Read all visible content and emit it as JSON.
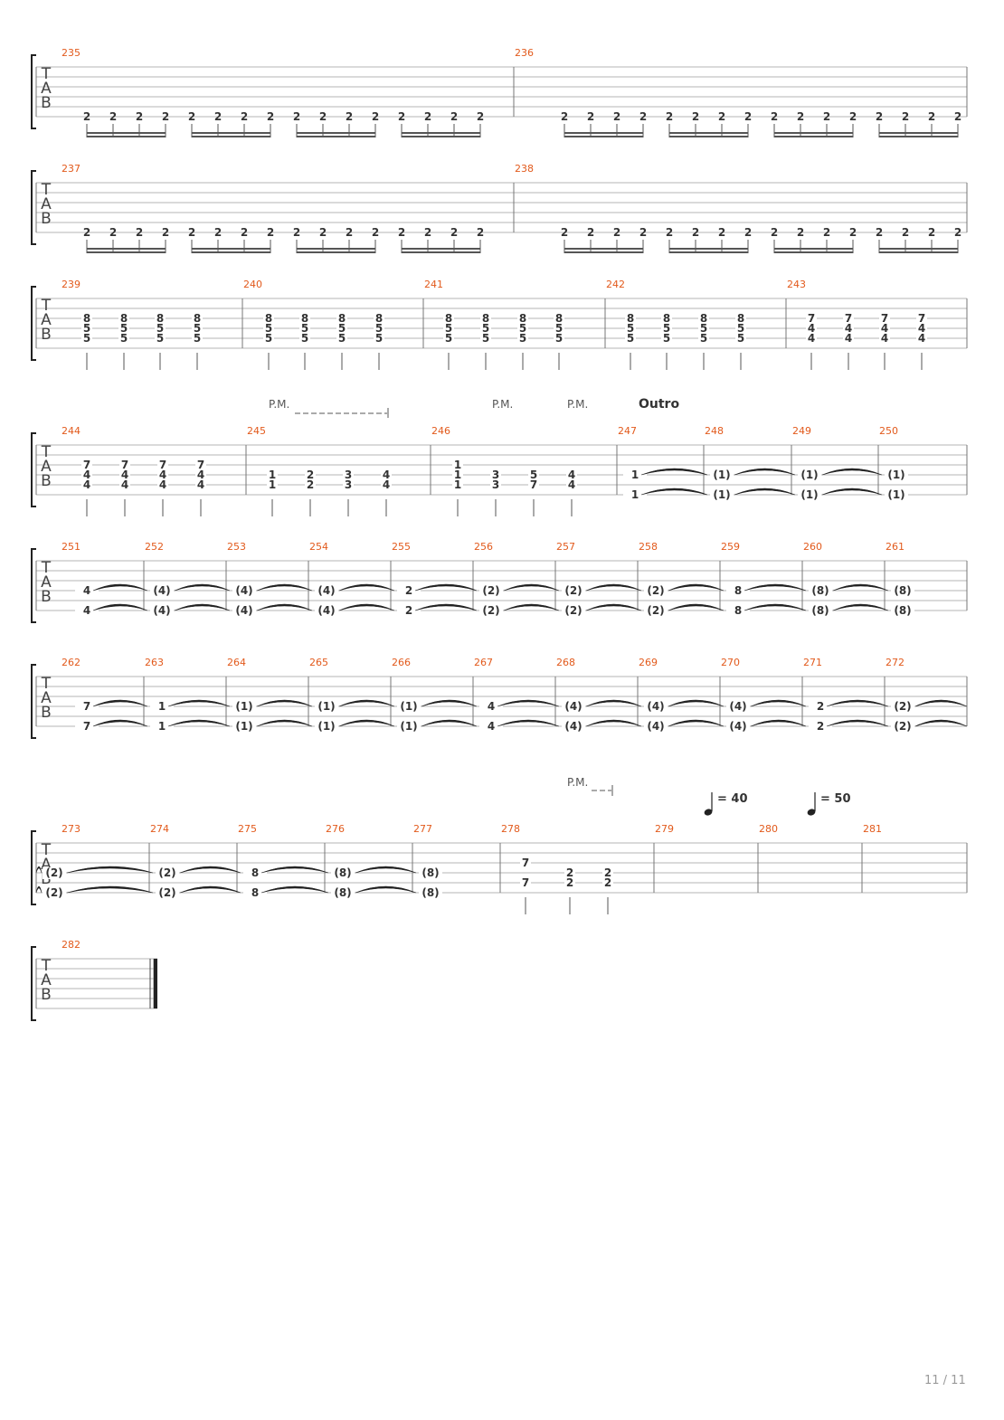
{
  "document": {
    "type": "guitar-tablature",
    "page_number": "11 / 11",
    "tab_clef": [
      "T",
      "A",
      "B"
    ]
  },
  "colors": {
    "measure_number": "#e25a1c",
    "staff_line": "#b5b5b5",
    "barline": "#777777",
    "fret": "#333333",
    "annotation": "#555555"
  },
  "annotations": {
    "palm_mute": "P.M.",
    "section_outro": "Outro",
    "tempo_1": "= 40",
    "tempo_2": "= 50"
  },
  "systems": [
    {
      "measures": [
        {
          "number": "235",
          "beats": [
            [
              "2",
              "2",
              "2",
              "2",
              "2",
              "2",
              "2",
              "2",
              "2",
              "2",
              "2",
              "2",
              "2",
              "2",
              "2",
              "2"
            ]
          ],
          "strings": [
            6
          ],
          "rhythm": "sixteenths"
        },
        {
          "number": "236",
          "beats": [
            [
              "2",
              "2",
              "2",
              "2",
              "2",
              "2",
              "2",
              "2",
              "2",
              "2",
              "2",
              "2",
              "2",
              "2",
              "2",
              "2"
            ]
          ],
          "strings": [
            6
          ],
          "rhythm": "sixteenths"
        }
      ]
    },
    {
      "measures": [
        {
          "number": "237",
          "beats": [
            [
              "2",
              "2",
              "2",
              "2",
              "2",
              "2",
              "2",
              "2",
              "2",
              "2",
              "2",
              "2",
              "2",
              "2",
              "2",
              "2"
            ]
          ],
          "strings": [
            6
          ],
          "rhythm": "sixteenths"
        },
        {
          "number": "238",
          "beats": [
            [
              "2",
              "2",
              "2",
              "2",
              "2",
              "2",
              "2",
              "2",
              "2",
              "2",
              "2",
              "2",
              "2",
              "2",
              "2",
              "2"
            ]
          ],
          "strings": [
            6
          ],
          "rhythm": "sixteenths"
        }
      ]
    },
    {
      "measures": [
        {
          "number": "239",
          "chords": [
            [
              "8",
              "5",
              "5"
            ],
            [
              "8",
              "5",
              "5"
            ],
            [
              "8",
              "5",
              "5"
            ],
            [
              "8",
              "5",
              "5"
            ]
          ]
        },
        {
          "number": "240",
          "chords": [
            [
              "8",
              "5",
              "5"
            ],
            [
              "8",
              "5",
              "5"
            ],
            [
              "8",
              "5",
              "5"
            ],
            [
              "8",
              "5",
              "5"
            ]
          ]
        },
        {
          "number": "241",
          "chords": [
            [
              "8",
              "5",
              "5"
            ],
            [
              "8",
              "5",
              "5"
            ],
            [
              "8",
              "5",
              "5"
            ],
            [
              "8",
              "5",
              "5"
            ]
          ]
        },
        {
          "number": "242",
          "chords": [
            [
              "8",
              "5",
              "5"
            ],
            [
              "8",
              "5",
              "5"
            ],
            [
              "8",
              "5",
              "5"
            ],
            [
              "8",
              "5",
              "5"
            ]
          ]
        },
        {
          "number": "243",
          "chords": [
            [
              "7",
              "4",
              "4"
            ],
            [
              "7",
              "4",
              "4"
            ],
            [
              "7",
              "4",
              "4"
            ],
            [
              "7",
              "4",
              "4"
            ]
          ]
        }
      ]
    },
    {
      "measures": [
        {
          "number": "244",
          "chords": [
            [
              "7",
              "4",
              "4"
            ],
            [
              "7",
              "4",
              "4"
            ],
            [
              "7",
              "4",
              "4"
            ],
            [
              "7",
              "4",
              "4"
            ]
          ]
        },
        {
          "number": "245",
          "chords": [
            [
              "1",
              "1"
            ],
            [
              "2",
              "2"
            ],
            [
              "3",
              "3"
            ],
            [
              "4",
              "4"
            ]
          ]
        },
        {
          "number": "246",
          "chords": [
            [
              "1",
              "1",
              "1"
            ],
            [
              "3",
              "3"
            ],
            [
              "5",
              "7"
            ],
            [
              "4",
              "4"
            ]
          ]
        },
        {
          "number": "247",
          "tied": [
            "1",
            "1"
          ]
        },
        {
          "number": "248",
          "tied": [
            "(1)",
            "(1)"
          ]
        },
        {
          "number": "249",
          "tied": [
            "(1)",
            "(1)"
          ]
        },
        {
          "number": "250",
          "tied": [
            "(1)",
            "(1)"
          ]
        }
      ]
    },
    {
      "measures": [
        {
          "number": "251",
          "tied": [
            "4",
            "4"
          ]
        },
        {
          "number": "252",
          "tied": [
            "(4)",
            "(4)"
          ]
        },
        {
          "number": "253",
          "tied": [
            "(4)",
            "(4)"
          ]
        },
        {
          "number": "254",
          "tied": [
            "(4)",
            "(4)"
          ]
        },
        {
          "number": "255",
          "tied": [
            "2",
            "2"
          ]
        },
        {
          "number": "256",
          "tied": [
            "(2)",
            "(2)"
          ]
        },
        {
          "number": "257",
          "tied": [
            "(2)",
            "(2)"
          ]
        },
        {
          "number": "258",
          "tied": [
            "(2)",
            "(2)"
          ]
        },
        {
          "number": "259",
          "tied": [
            "8",
            "8"
          ]
        },
        {
          "number": "260",
          "tied": [
            "(8)",
            "(8)"
          ]
        },
        {
          "number": "261",
          "tied": [
            "(8)",
            "(8)"
          ]
        }
      ]
    },
    {
      "measures": [
        {
          "number": "262",
          "tied": [
            "7",
            "7"
          ]
        },
        {
          "number": "263",
          "tied": [
            "1",
            "1"
          ]
        },
        {
          "number": "264",
          "tied": [
            "(1)",
            "(1)"
          ]
        },
        {
          "number": "265",
          "tied": [
            "(1)",
            "(1)"
          ]
        },
        {
          "number": "266",
          "tied": [
            "(1)",
            "(1)"
          ]
        },
        {
          "number": "267",
          "tied": [
            "4",
            "4"
          ]
        },
        {
          "number": "268",
          "tied": [
            "(4)",
            "(4)"
          ]
        },
        {
          "number": "269",
          "tied": [
            "(4)",
            "(4)"
          ]
        },
        {
          "number": "270",
          "tied": [
            "(4)",
            "(4)"
          ]
        },
        {
          "number": "271",
          "tied": [
            "2",
            "2"
          ]
        },
        {
          "number": "272",
          "tied": [
            "(2)",
            "(2)"
          ]
        }
      ]
    },
    {
      "measures": [
        {
          "number": "273",
          "tied": [
            "(2)",
            "(2)"
          ]
        },
        {
          "number": "274",
          "tied": [
            "(2)",
            "(2)"
          ]
        },
        {
          "number": "275",
          "tied": [
            "8",
            "8"
          ]
        },
        {
          "number": "276",
          "tied": [
            "(8)",
            "(8)"
          ]
        },
        {
          "number": "277",
          "tied": [
            "(8)",
            "(8)"
          ]
        },
        {
          "number": "278",
          "chords": [
            [
              "7",
              "7"
            ],
            [
              "2",
              "2"
            ],
            [
              "2",
              "2"
            ]
          ]
        },
        {
          "number": "279"
        },
        {
          "number": "280"
        },
        {
          "number": "281"
        }
      ]
    },
    {
      "measures": [
        {
          "number": "282",
          "final": true
        }
      ]
    }
  ]
}
